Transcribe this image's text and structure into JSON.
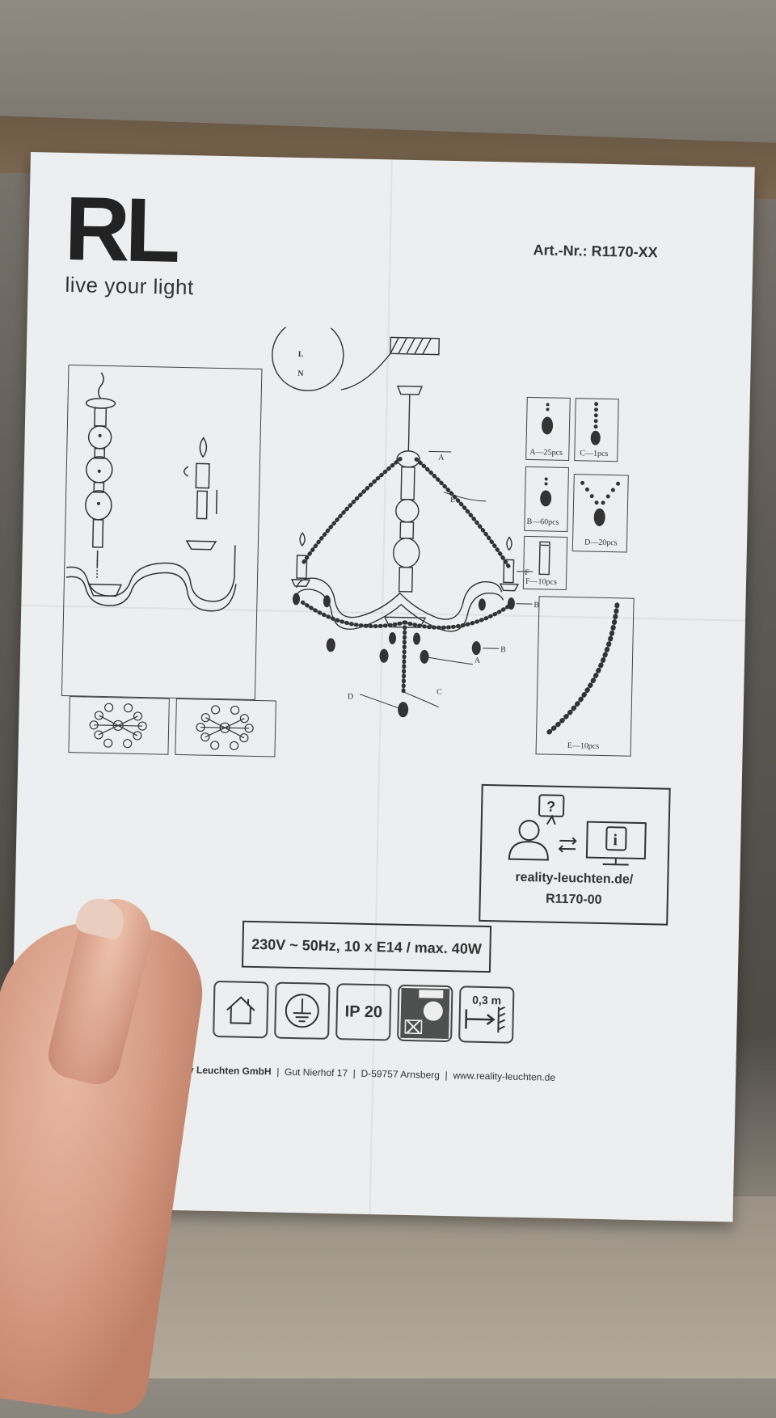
{
  "photo": {
    "subject": "assembly-instruction-sheet"
  },
  "sheet": {
    "logo_mark": "RL",
    "logo_tagline": "live your light",
    "article_number": "Art.-Nr.: R1170-XX",
    "parts": [
      {
        "id": "A",
        "label": "A—25pcs"
      },
      {
        "id": "B",
        "label": "B—60pcs"
      },
      {
        "id": "C",
        "label": "C—1pcs"
      },
      {
        "id": "D",
        "label": "D—20pcs"
      },
      {
        "id": "F",
        "label": "F—10pcs"
      },
      {
        "id": "E",
        "label": "E—10pcs"
      }
    ],
    "wire_labels": [
      "L",
      "N"
    ],
    "diagram_callouts": [
      "A",
      "E",
      "F",
      "B",
      "B",
      "A",
      "C",
      "D"
    ],
    "info_box": {
      "url_line1": "reality-leuchten.de/",
      "url_line2": "R1170-00"
    },
    "spec": "230V ~ 50Hz, 10 x E14 / max. 40W",
    "symbols": [
      {
        "icon": "indoor-use-house-icon"
      },
      {
        "icon": "protective-earth-icon"
      },
      {
        "icon": "ip-rating-icon",
        "text": "IP 20"
      },
      {
        "icon": "no-dimmer-bulb-icon"
      },
      {
        "icon": "min-distance-icon",
        "text": "0,3 m"
      }
    ],
    "footer": {
      "company": "Reality Leuchten GmbH",
      "street": "Gut Nierhof 17",
      "city": "D-59757 Arnsberg",
      "web": "www.reality-leuchten.de",
      "sep": "|"
    }
  },
  "colors": {
    "paper": "#eceeef",
    "ink": "#333333",
    "background": "#5e5a54"
  }
}
